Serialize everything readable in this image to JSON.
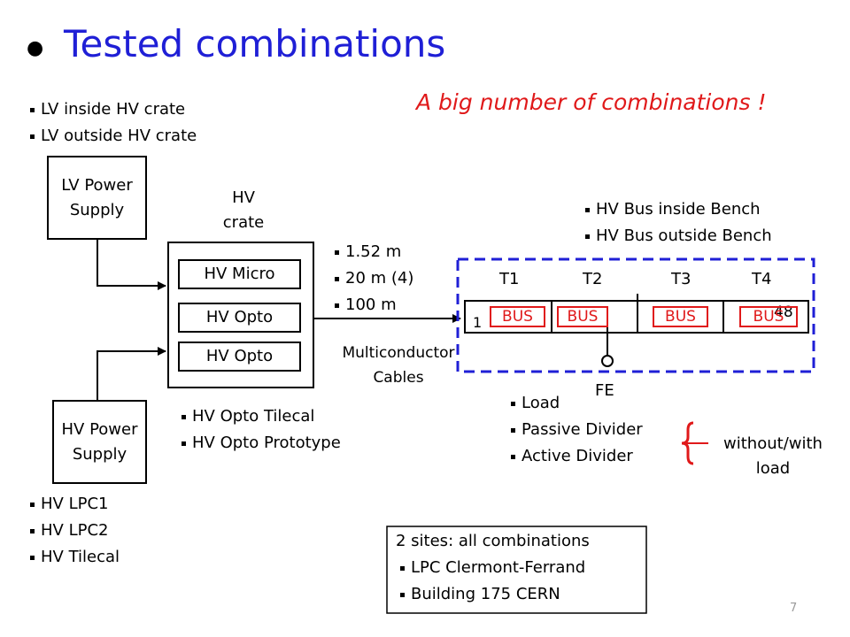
{
  "title": "Tested combinations",
  "subtitle": "A big number of combinations !",
  "lv_options": [
    "LV inside HV crate",
    "LV outside HV crate"
  ],
  "lv_power_supply": {
    "line1": "LV Power",
    "line2": "Supply"
  },
  "hv_power_supply": {
    "line1": "HV Power",
    "line2": "Supply"
  },
  "hv_crate": {
    "line1": "HV",
    "line2": "crate",
    "modules": [
      "HV Micro",
      "HV Opto",
      "HV Opto"
    ]
  },
  "cable_lengths": [
    "1.52 m",
    "20 m (4)",
    "100 m"
  ],
  "cables_label": {
    "line1": "Multiconductor",
    "line2": "Cables"
  },
  "bus_options": [
    "HV Bus inside Bench",
    "HV Bus outside Bench"
  ],
  "bench": {
    "t_labels": [
      "T1",
      "T2",
      "T3",
      "T4"
    ],
    "bus_label": "BUS",
    "start": "1",
    "end": "48"
  },
  "fe_label": "FE",
  "opto_options": [
    "HV Opto Tilecal",
    "HV Opto Prototype"
  ],
  "load_options": [
    "Load",
    "Passive Divider",
    "Active Divider"
  ],
  "load_note": {
    "line1": "without/with",
    "line2": "load"
  },
  "hv_options": [
    "HV LPC1",
    "HV LPC2",
    "HV Tilecal"
  ],
  "sites": {
    "title": "2 sites: all combinations",
    "items": [
      "LPC Clermont-Ferrand",
      "Building 175 CERN"
    ]
  },
  "slide_number": "7",
  "colors": {
    "title": "#1f1fd6",
    "accent": "#e0191a",
    "bench_border": "#1f1fd6",
    "text": "#000000"
  }
}
